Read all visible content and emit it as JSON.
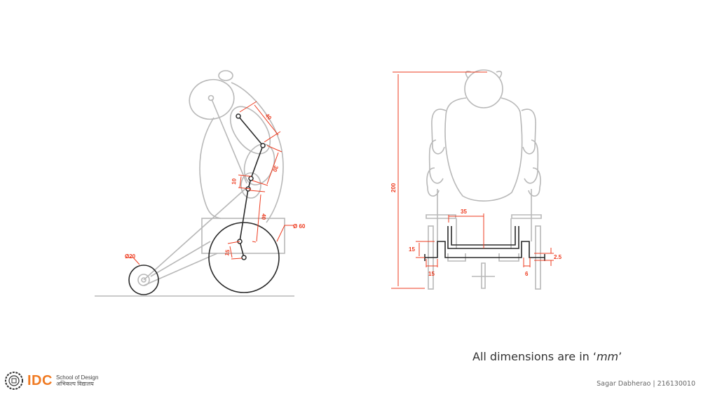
{
  "side_view": {
    "dimensions": {
      "upper_link": "40",
      "middle_link": "30",
      "short_link": "10",
      "lower_link": "40",
      "bottom_link": "15",
      "big_wheel": "Ø 60",
      "small_wheel": "Ø20"
    }
  },
  "front_view": {
    "dimensions": {
      "height": "200",
      "half_width": "35",
      "step_height": "15",
      "step_width": "15",
      "offset": "6",
      "thickness": "2.5"
    }
  },
  "note": {
    "prefix": "All dimensions are in ‘",
    "unit": "mm",
    "suffix": "’"
  },
  "footer": {
    "author": "Sagar Dabherao | 216130010",
    "logo_text": "IDC",
    "school_en": "School of Design",
    "school_hi": "अभिकल्प विद्यालय"
  },
  "colors": {
    "dimension": "#ee3b1f",
    "sketch": "#b8b8b8",
    "linkage": "#2a2a2a",
    "brand": "#f07a22"
  }
}
